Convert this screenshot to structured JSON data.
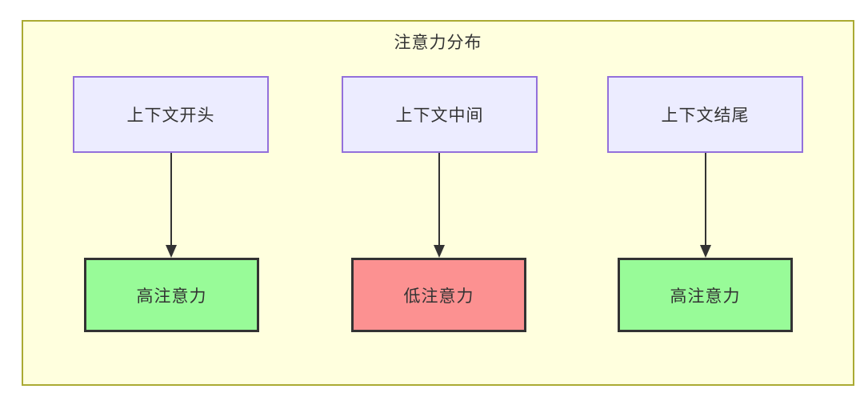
{
  "diagram": {
    "title": "注意力分布",
    "columns": [
      {
        "source": {
          "label": "上下文开头"
        },
        "result": {
          "label": "高注意力",
          "fill": "#98FB98",
          "border": "#333333",
          "level": "high"
        }
      },
      {
        "source": {
          "label": "上下文中间"
        },
        "result": {
          "label": "低注意力",
          "fill": "#FC9191",
          "border": "#333333",
          "level": "low"
        }
      },
      {
        "source": {
          "label": "上下文结尾"
        },
        "result": {
          "label": "高注意力",
          "fill": "#98FB98",
          "border": "#333333",
          "level": "high"
        }
      }
    ],
    "colors": {
      "canvas_fill": "#FFFFDE",
      "canvas_border": "#AAAA33",
      "source_node_fill": "#ECECFF",
      "source_node_border": "#9370DB",
      "edge": "#333333",
      "text": "#333333"
    }
  }
}
